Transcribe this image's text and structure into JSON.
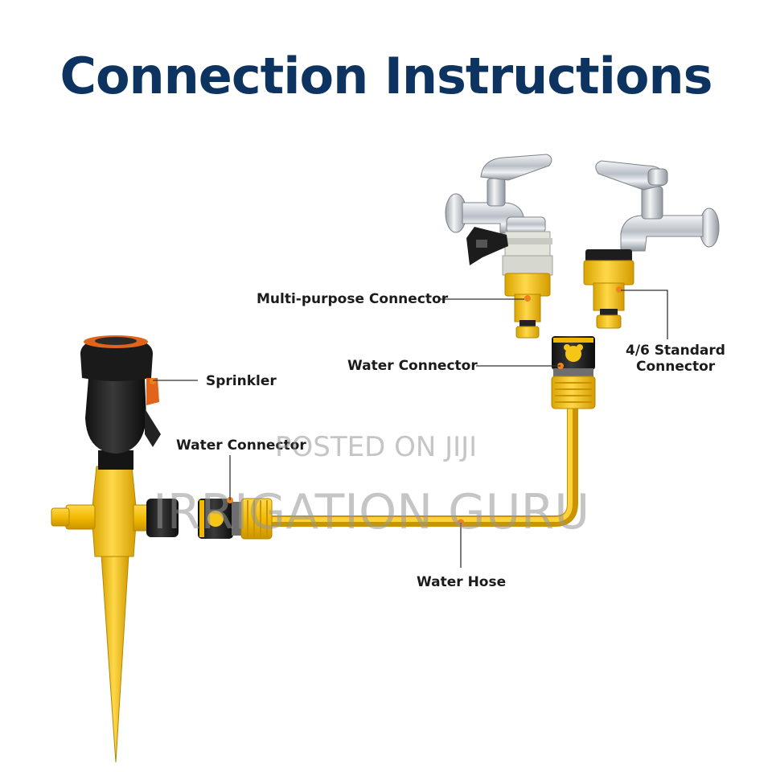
{
  "title": "Connection Instructions",
  "labels": {
    "multi_purpose_connector": "Multi-purpose Connector",
    "water_connector_top": "Water Connector",
    "standard_connector_line1": "4/6 Standard",
    "standard_connector_line2": "Connector",
    "sprinkler": "Sprinkler",
    "water_connector_left": "Water Connector",
    "water_hose": "Water Hose"
  },
  "watermark": {
    "line1": "POSTED ON JIJI",
    "line2": "IRRIGATION GURU"
  },
  "colors": {
    "title": "#0d3461",
    "yellow": "#f5c518",
    "orange": "#f0821e",
    "black": "#1e1e1e",
    "chrome": "#c9ced3"
  }
}
